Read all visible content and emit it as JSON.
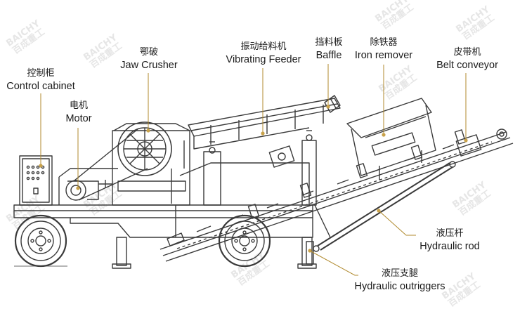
{
  "watermark": {
    "brand": "BAICHY",
    "sub": "百成重工"
  },
  "labels": {
    "control_cabinet": {
      "zh": "控制柜",
      "en": "Control cabinet"
    },
    "motor": {
      "zh": "电机",
      "en": "Motor"
    },
    "jaw_crusher": {
      "zh": "鄂破",
      "en": "Jaw Crusher"
    },
    "vibrating_feeder": {
      "zh": "振动给料机",
      "en": "Vibrating Feeder"
    },
    "baffle": {
      "zh": "挡料板",
      "en": "Baffle"
    },
    "iron_remover": {
      "zh": "除铁器",
      "en": "Iron remover"
    },
    "belt_conveyor": {
      "zh": "皮带机",
      "en": "Belt conveyor"
    },
    "hydraulic_rod": {
      "zh": "液压杆",
      "en": "Hydraulic rod"
    },
    "hydraulic_outriggers": {
      "zh": "液压支腿",
      "en": "Hydraulic outriggers"
    }
  },
  "colors": {
    "line": "#3a3a3a",
    "leader": "#b08a2e",
    "dot": "#c9a24a"
  }
}
